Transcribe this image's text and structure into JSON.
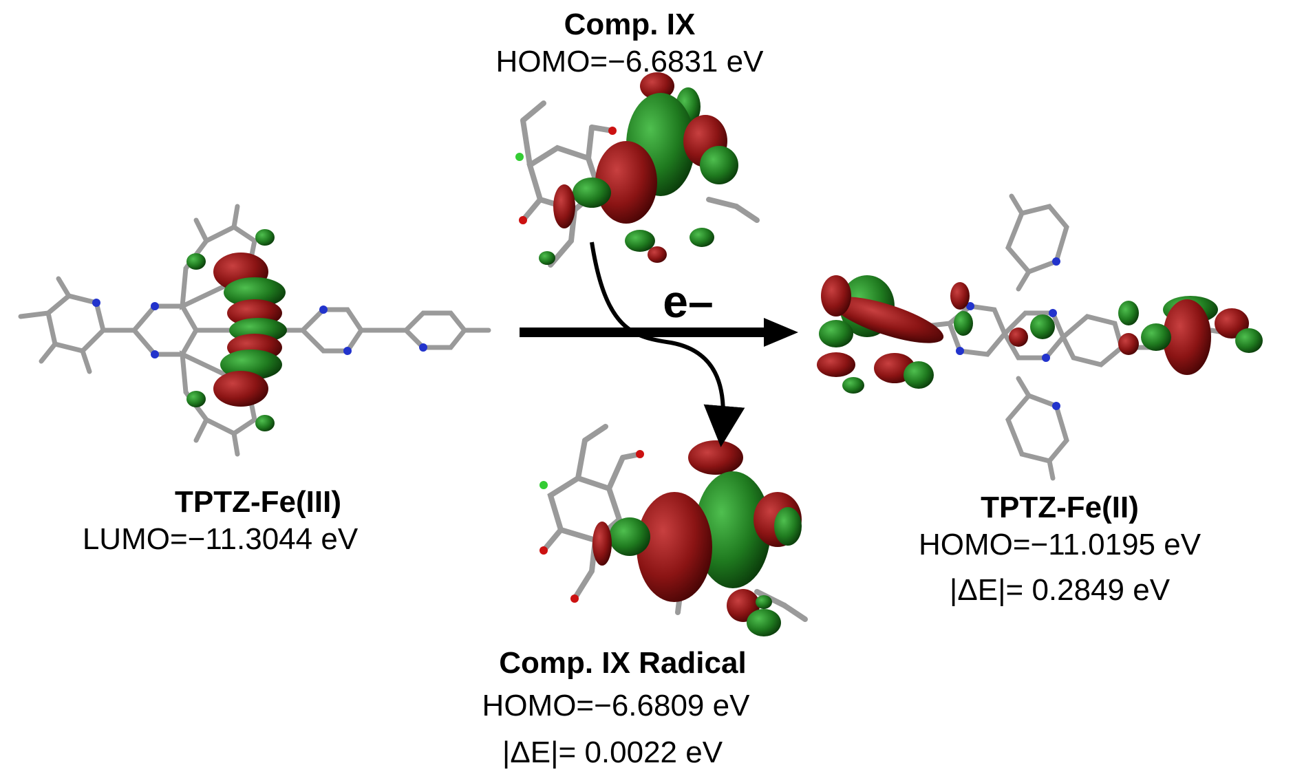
{
  "labels": {
    "comp_ix": {
      "name": "Comp. IX",
      "homo": "HOMO=−6.6831 eV"
    },
    "tptz_fe3": {
      "name": "TPTZ-Fe(III)",
      "lumo": "LUMO=−11.3044 eV"
    },
    "tptz_fe2": {
      "name": "TPTZ-Fe(II)",
      "homo": "HOMO=−11.0195 eV",
      "delta": "|ΔE|= 0.2849 eV"
    },
    "comp_ix_radical": {
      "name": "Comp. IX Radical",
      "homo": "HOMO=−6.6809 eV",
      "delta": "|ΔE|= 0.0022 eV"
    },
    "electron": "e–"
  },
  "colors": {
    "lobe_red": "#8b1414",
    "lobe_green": "#1f7a1f",
    "bond_grey": "#9a9a9a",
    "nitrogen": "#2233cc",
    "oxygen": "#cc1111",
    "chlorine": "#33cc33",
    "arrow": "#000000"
  }
}
